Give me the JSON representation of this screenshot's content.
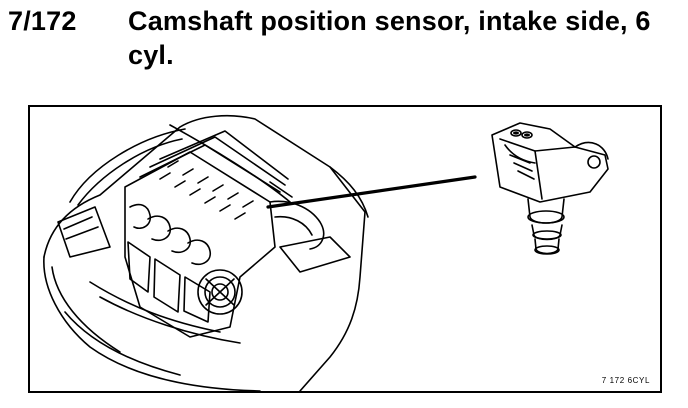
{
  "heading": {
    "ref_number": "7/172",
    "title": "Camshaft position sensor, intake side, 6 cyl."
  },
  "figure": {
    "code_label": "7 172 6CYL",
    "icons": [
      "car-front-drawing",
      "engine-drawing",
      "sensor-drawing",
      "leader-line"
    ]
  }
}
